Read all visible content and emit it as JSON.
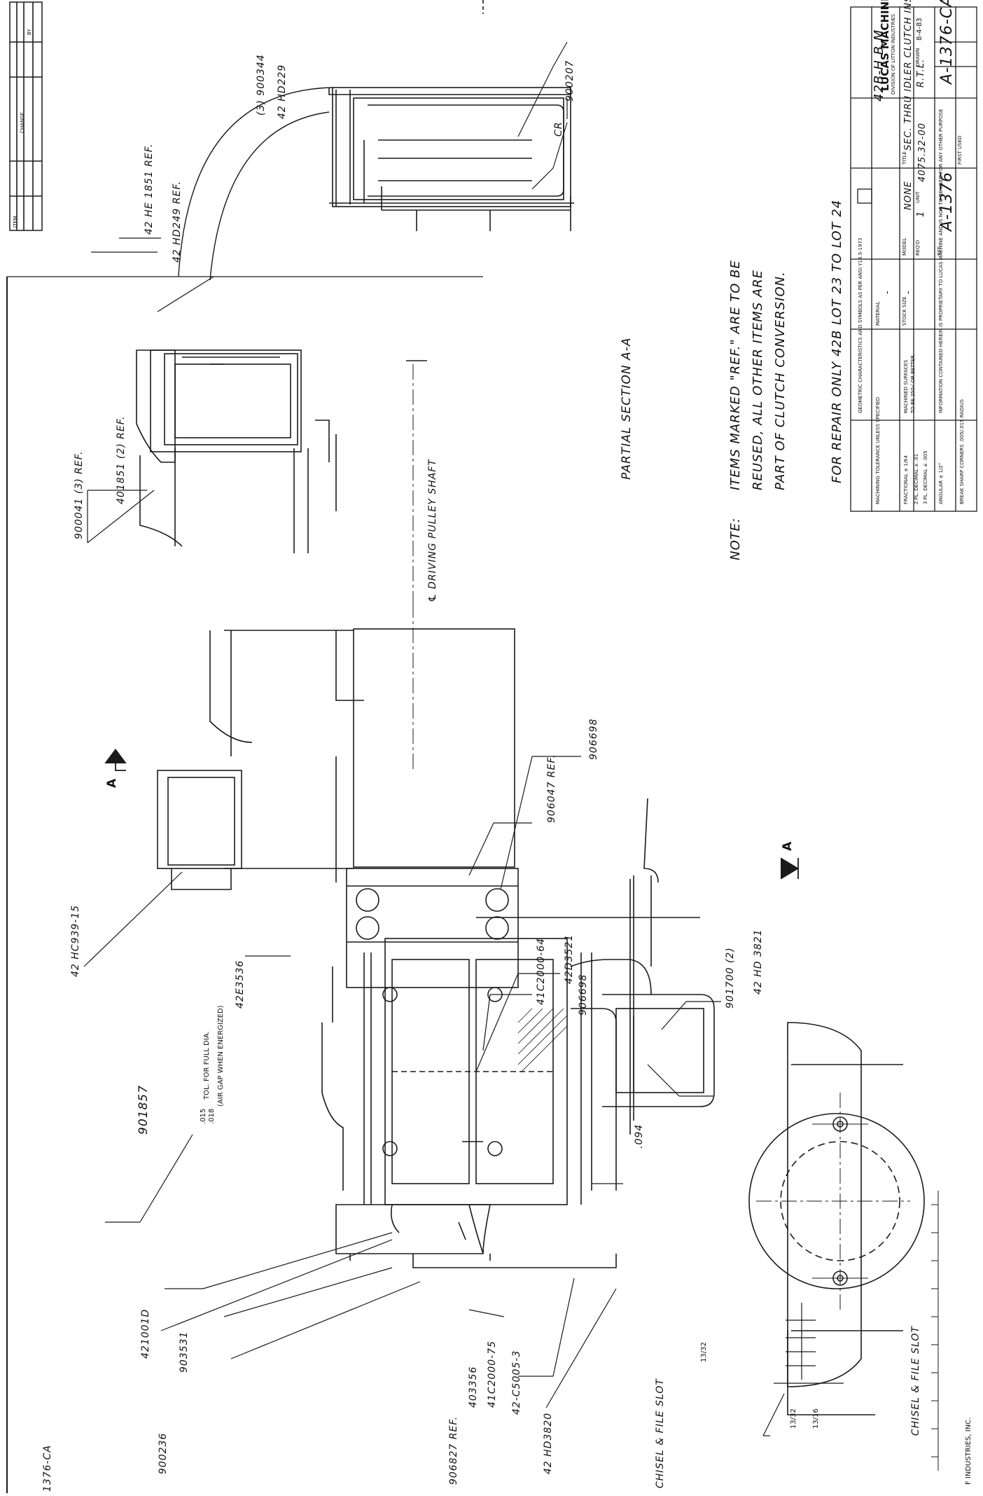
{
  "labels": {
    "sheet_id_corner": "1376-CA",
    "ref_42he1851": "42 HE 1851 REF.",
    "ref_42hd249": "42 HD249 REF.",
    "p_900207": "900207",
    "p_3_900344": "(3) 900344",
    "p_42hd229": "42 HD229",
    "p_cr": "CR",
    "p_900041": "900041 (3) REF.",
    "p_401851": "401851 (2) REF.",
    "driving_pulley_shaft": "℄ DRIVING PULLEY SHAFT",
    "p_906047": "906047 REF.",
    "p_906698_a": "906698",
    "p_42hc939": "42 HC939-15",
    "p_42e3536": "42E3536",
    "p_41c2000": "41C2000-64",
    "p_42d3521": "42D3521",
    "p_906698_b": "906698",
    "p_901700": "901700 (2)",
    "p_42hd3821": "42 HD 3821",
    "section_marker": "A",
    "p_901857": "901857",
    "dim_015": ".015",
    "dim_018": ".018",
    "tol_full": "TOL. FOR FULL DIA.",
    "air_gap": "(AIR GAP WHEN ENERGIZED)",
    "dim_094": ".094",
    "dim_13_32": "13/32",
    "dim_13_16": "13/16",
    "p_421001d": "421001D",
    "p_900236": "900236",
    "p_903531": "903531",
    "p_906827": "906827 REF.",
    "p_403356": "403356",
    "p_41c2000_75": "41C2000-75",
    "p_42c5005": "42-C5005-3",
    "p_42hd3820": "42 HD3820",
    "chisel_file_slot_a": "CHISEL & FILE SLOT",
    "chisel_file_slot_b": "CHISEL & FILE SLOT",
    "partial_section": "PARTIAL SECTION A-A",
    "note_head": "NOTE:",
    "note_l1": "ITEMS MARKED \"REF.\" ARE TO BE",
    "note_l2": "REUSED, ALL OTHER ITEMS ARE",
    "note_l3": "PART OF CLUTCH CONVERSION.",
    "repair": "FOR REPAIR ONLY   42B LOT 23 TO LOT 24",
    "model": "42B-H.B.M.",
    "foot_print": "F INDUSTRIES, INC."
  },
  "title_block": {
    "company": "LUCAS MACHINE",
    "company_sub": "DIVISION OF LITTON INDUSTRIES",
    "title_label": "TITLE",
    "title": "SEC. THRU IDLER CLUTCH INSTALLED SHF.",
    "drawn_label": "DRAWN",
    "drawn": "R.T.L.",
    "date": "8-4-83",
    "number": "A-1376-CA",
    "ref_label": "REF.",
    "ref": "A-1376",
    "first_used_label": "FIRST USED",
    "regd_label": "REQ'D",
    "regd": "1",
    "unit_label": "UNIT",
    "unit": "4075.32-00",
    "model_label": "MODEL",
    "model": "NONE",
    "stock_label": "STOCK SIZE",
    "stock": "-",
    "material_label": "MATERIAL",
    "material": "-",
    "tol_head": "MACHINING TOLERANCE UNLESS SPECIFIED",
    "tol_frac": "FRACTIONAL ± 1/64",
    "tol_2pl": "2 PL. DECIMAL ± .01",
    "tol_3pl": "3 PL. DECIMAL ± .005",
    "tol_ang": "ANGULAR ± 1/2°",
    "tol_break": "BREAK SHARP CORNERS .005/.015 RADIUS",
    "geo_head": "GEOMETRIC CHARACTERISTICS AND SYMBOLS AS PER ANSI Y14.5-1973",
    "surf_head": "MACHINED SURFACES",
    "surf_val": "TO BE 250√ OR BETTER.",
    "prop_text": "INFORMATION CONTAINED HEREIN IS PROPRIETARY TO LUCAS MACHINE AND IS NOT TO BE USED FOR ANY OTHER PURPOSE",
    "rev_head_a": "ITEM",
    "rev_head_b": "CHANGE",
    "rev_head_c": "BY"
  }
}
